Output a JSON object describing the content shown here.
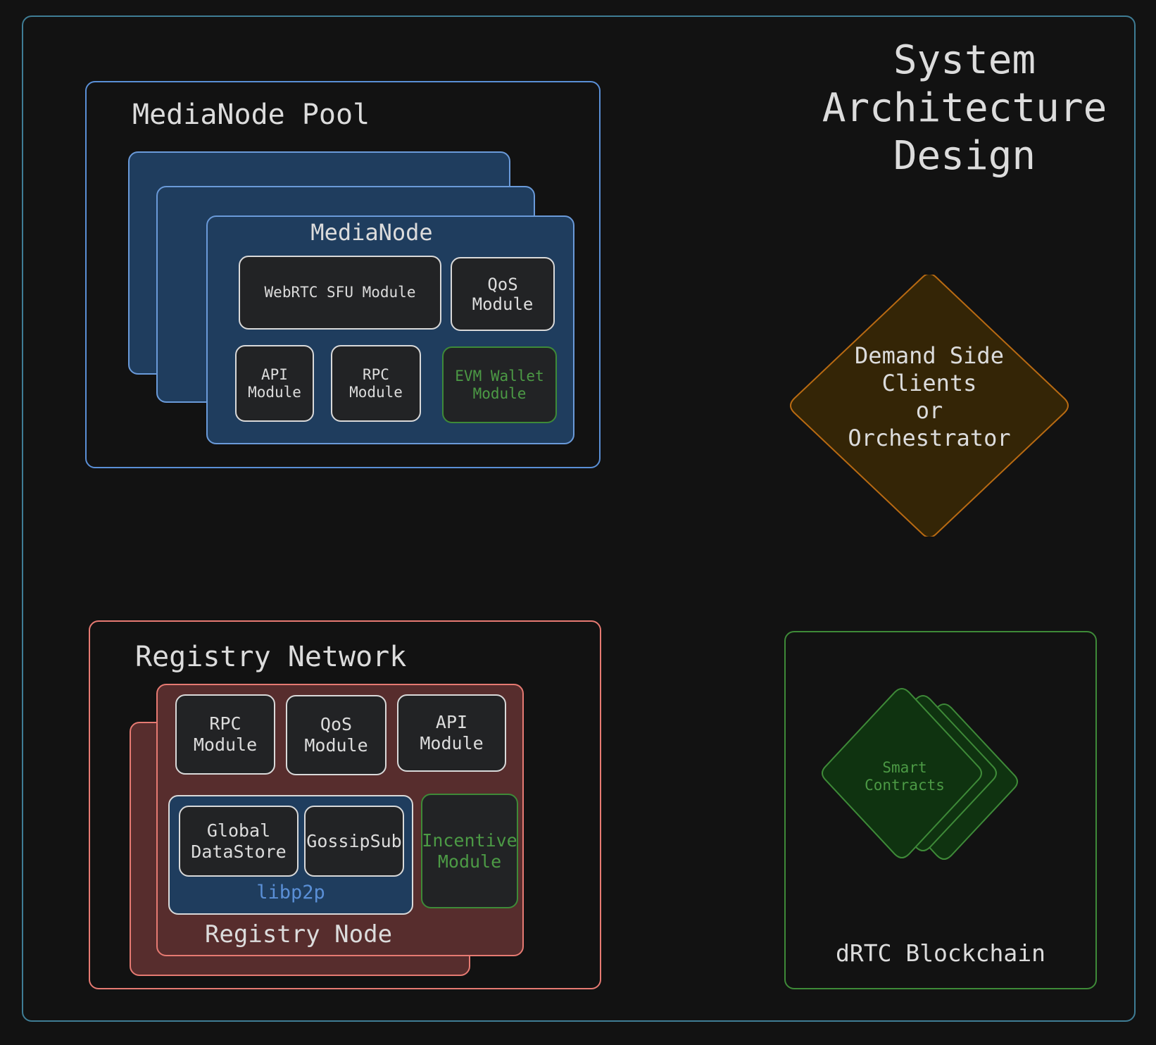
{
  "title": "System\nArchitecture\nDesign",
  "media_pool": {
    "title": "MediaNode Pool",
    "node_title": "MediaNode",
    "modules": {
      "webrtc": "WebRTC SFU Module",
      "qos": "QoS\nModule",
      "api": "API\nModule",
      "rpc": "RPC\nModule",
      "evm": "EVM Wallet\nModule"
    }
  },
  "demand": {
    "text": "Demand Side\nClients\n or\nOrchestrator"
  },
  "registry": {
    "title": "Registry Network",
    "node_label": "Registry Node",
    "modules": {
      "rpc": "RPC\nModule",
      "qos": "QoS\nModule",
      "api": "API\nModule",
      "datastore": "Global\nDataStore",
      "gossipsub": "GossipSub",
      "incentive": "Incentive\nModule"
    },
    "libp2p_label": "libp2p"
  },
  "blockchain": {
    "label": "dRTC Blockchain",
    "contracts": "Smart\nContracts"
  },
  "colors": {
    "background": "#121212",
    "frame": "#3f7d95",
    "media_border": "#5a8fd6",
    "media_fill": "#1f3d5e",
    "registry_border": "#e67a72",
    "registry_fill": "#572d2d",
    "green": "#3e8a38",
    "green_fill": "#0f3310",
    "demand_border": "#b86a12",
    "demand_fill": "#342506"
  }
}
